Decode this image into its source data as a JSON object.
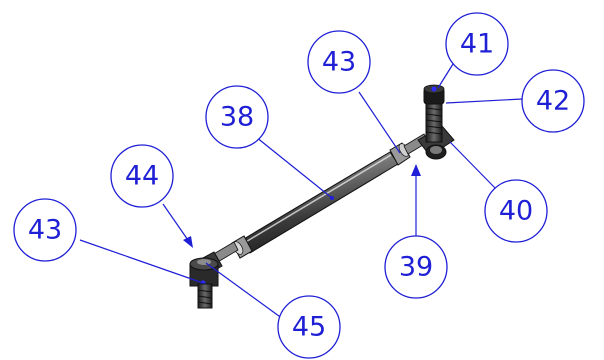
{
  "colors": {
    "balloon": "#1f1fd6",
    "metal_dark": "#2b2b2b",
    "metal_mid": "#6e6e6e",
    "metal_light": "#c9c9c9",
    "background": "#ffffff"
  },
  "balloons": [
    {
      "id": "b38",
      "label": "38"
    },
    {
      "id": "b43a",
      "label": "43"
    },
    {
      "id": "b41",
      "label": "41"
    },
    {
      "id": "b42",
      "label": "42"
    },
    {
      "id": "b44",
      "label": "44"
    },
    {
      "id": "b40",
      "label": "40"
    },
    {
      "id": "b39",
      "label": "39"
    },
    {
      "id": "b43b",
      "label": "43"
    },
    {
      "id": "b45",
      "label": "45"
    }
  ]
}
